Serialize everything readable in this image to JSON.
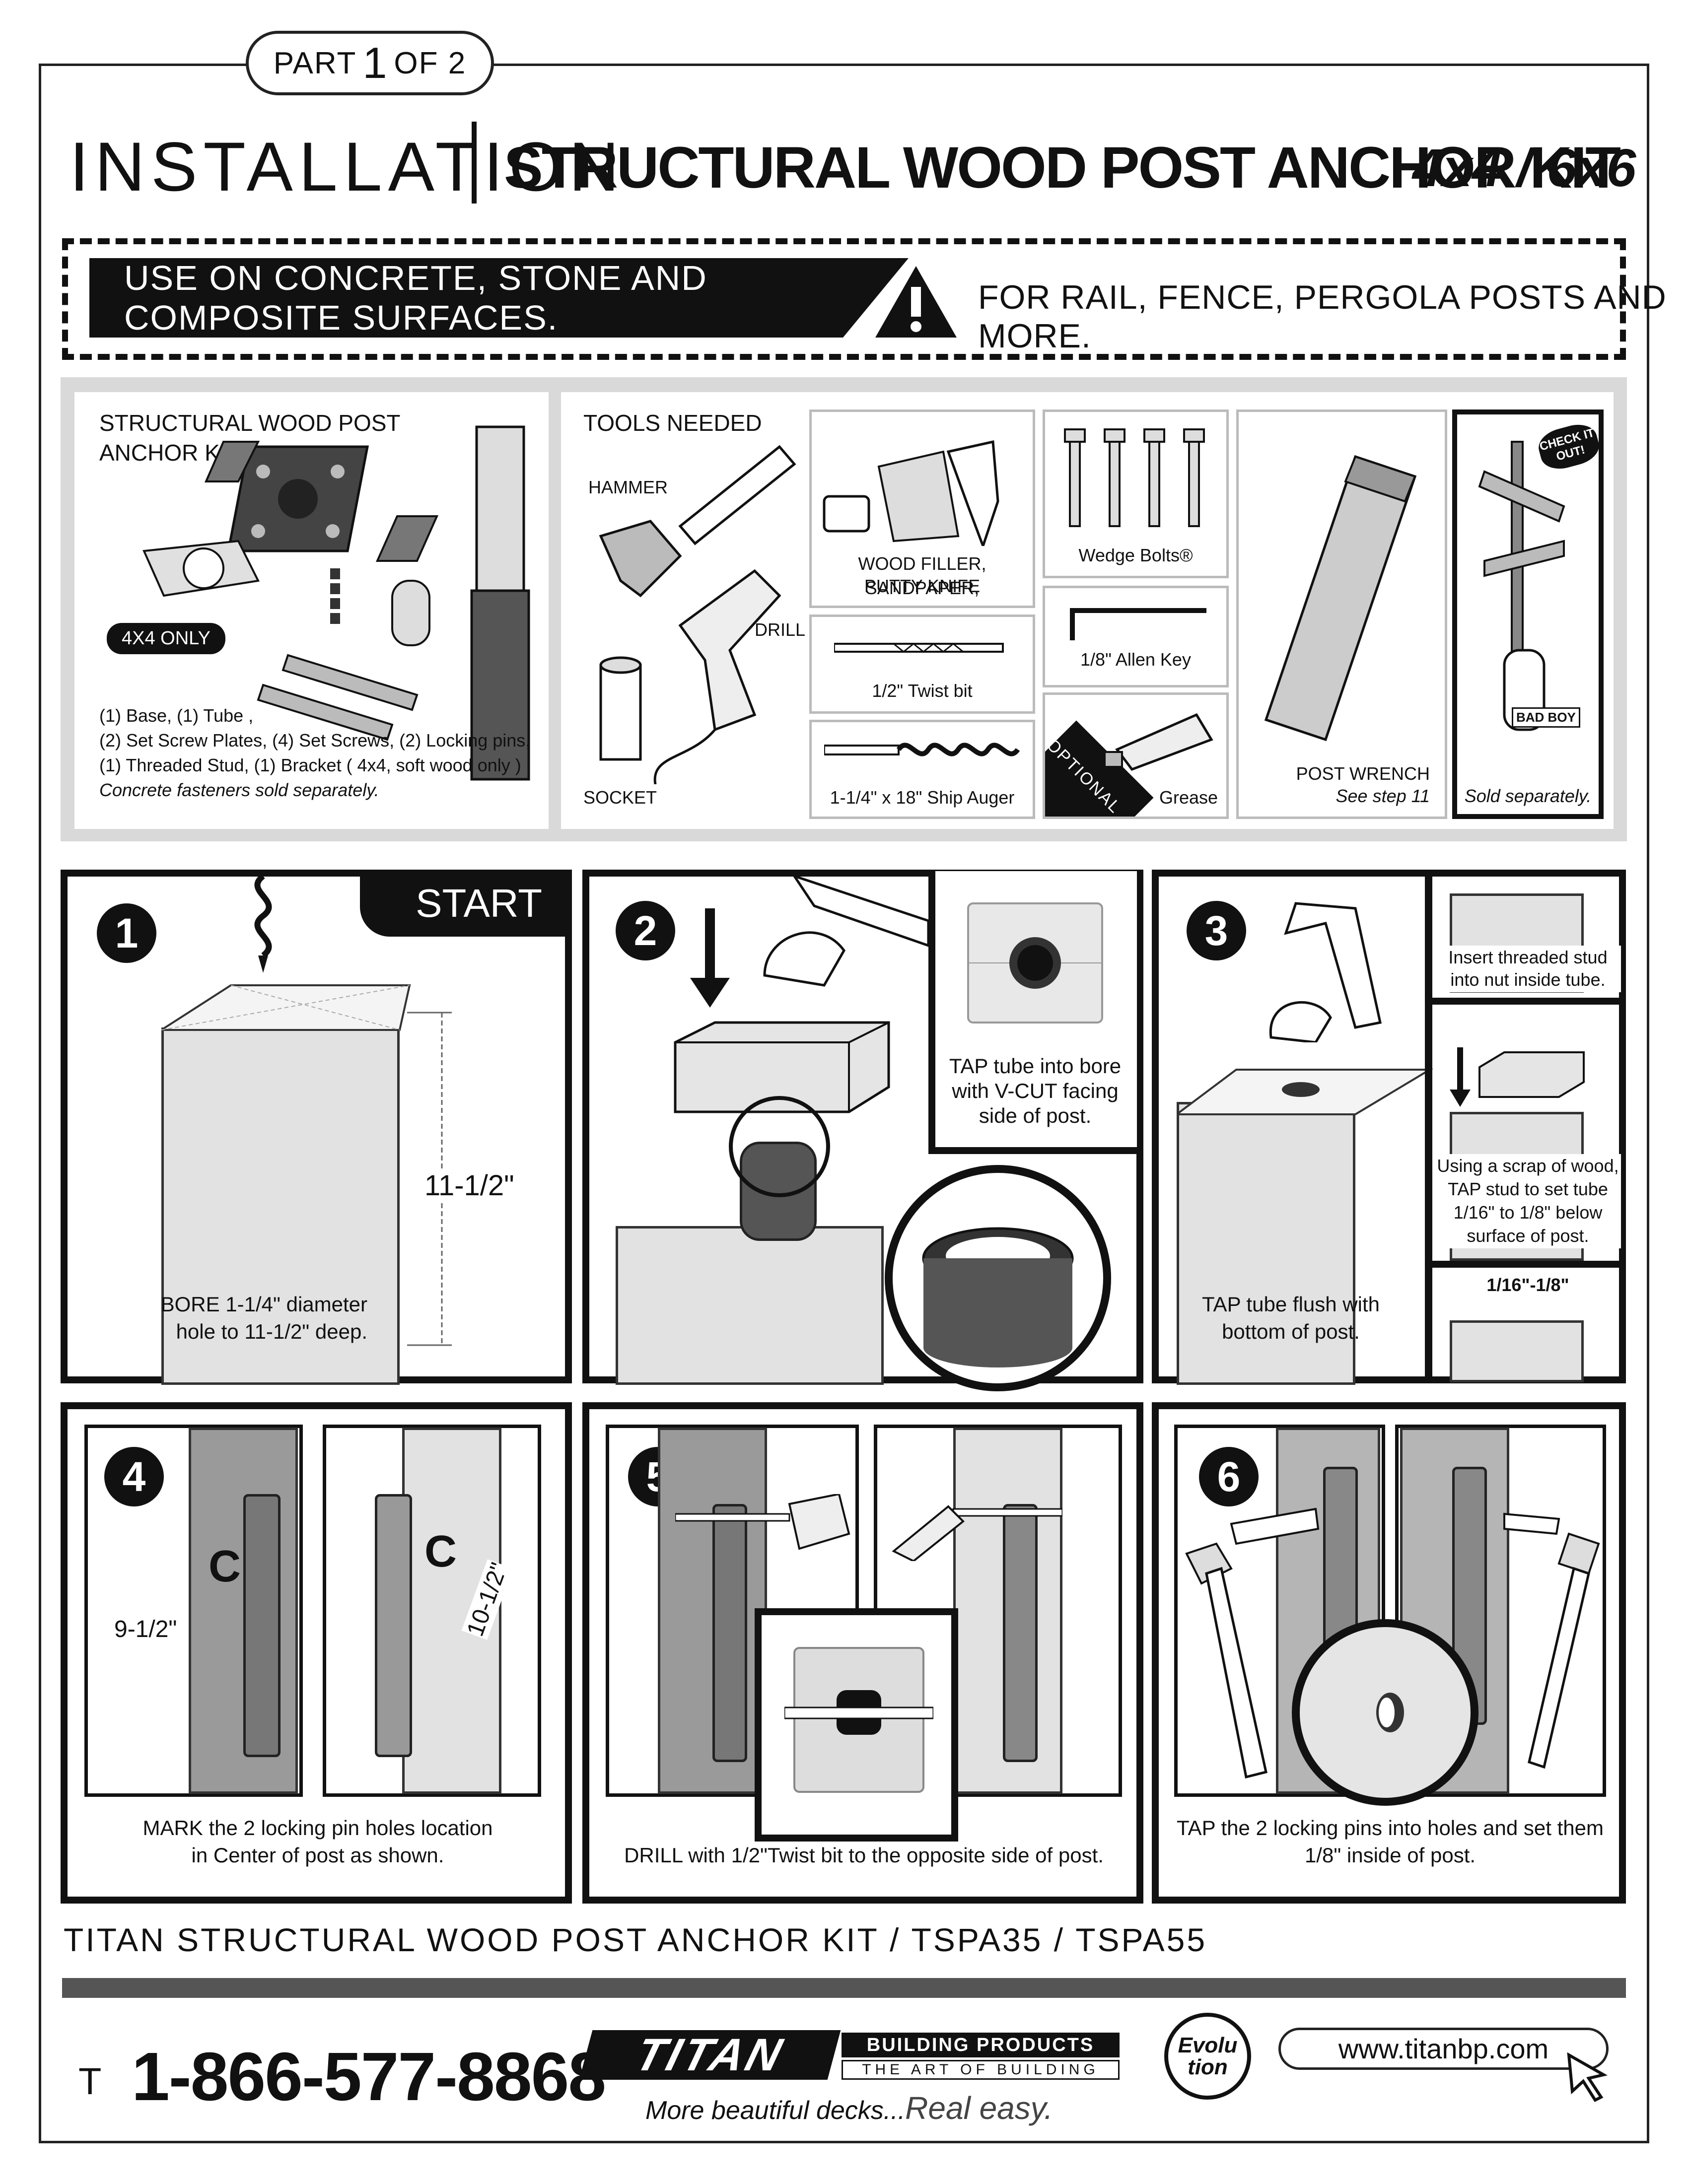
{
  "header": {
    "part_prefix": "PART",
    "part_num": "1",
    "part_suffix": "OF 2",
    "title_left": "INSTALLATION",
    "title_main": "STRUCTURAL WOOD POST ANCHOR KIT",
    "title_size": "4x4 / 6x6"
  },
  "warning": {
    "left": "USE ON CONCRETE, STONE AND COMPOSITE SURFACES.",
    "right": "FOR RAIL, FENCE, PERGOLA POSTS AND MORE."
  },
  "kit": {
    "heading1": "STRUCTURAL WOOD POST",
    "heading2": "ANCHOR KIT",
    "badge": "4X4 ONLY",
    "contents1": "(1) Base, (1) Tube ,",
    "contents2": "(2) Set Screw Plates, (4) Set Screws, (2) Locking pins,",
    "contents3": "(1) Threaded Stud, (1) Bracket ( 4x4, soft wood only )",
    "note": "Concrete fasteners sold separately."
  },
  "tools": {
    "heading": "TOOLS NEEDED",
    "hammer": "HAMMER",
    "drill": "DRILL",
    "socket": "SOCKET",
    "filler1": "WOOD FILLER, SANDPAPER,",
    "filler2": "PUTTY KNIFE",
    "twist_bit": "1/2\" Twist bit",
    "auger": "1-1/4\" x 18\" Ship Auger",
    "wedge_bolts": "Wedge Bolts®",
    "allen_key": "1/8\" Allen Key",
    "optional": "OPTIONAL",
    "grease": "Grease",
    "post_wrench": "POST WRENCH",
    "see_step": "See step 11",
    "check_it_out": "CHECK IT OUT!",
    "bad_boy": "BAD BOY",
    "sold_sep": "Sold separately."
  },
  "steps": {
    "s1": {
      "num": "1",
      "start": "START",
      "dim": "11-1/2\"",
      "cap1": "BORE 1-1/4\" diameter",
      "cap2": "hole to 11-1/2\" deep."
    },
    "s2": {
      "num": "2",
      "cap1": "TAP tube into bore",
      "cap2": "with V-CUT facing",
      "cap3": "side of post."
    },
    "s3": {
      "num": "3",
      "cap1": "TAP tube flush with",
      "cap2": "bottom of post.",
      "side1a": "Insert threaded stud",
      "side1b": "into nut inside tube.",
      "side2a": "Using a scrap of wood,",
      "side2b": "TAP stud to set tube",
      "side2c": "1/16\" to 1/8\" below",
      "side2d": "surface of post.",
      "side3": "1/16\"-1/8\""
    },
    "s4": {
      "num": "4",
      "c1": "C",
      "c2": "C",
      "dim1": "9-1/2\"",
      "dim2": "10-1/2\"",
      "cap1": "MARK the 2 locking pin holes location",
      "cap2": "in Center of post as shown."
    },
    "s5": {
      "num": "5",
      "cap1": "DRILL with 1/2\"Twist bit to the opposite side of post."
    },
    "s6": {
      "num": "6",
      "cap1": "TAP the 2 locking pins into holes and set them",
      "cap2": "1/8\" inside of post."
    }
  },
  "footer": {
    "product": "TITAN STRUCTURAL WOOD POST ANCHOR KIT / TSPA35 / TSPA55",
    "phone_label": "T",
    "phone": "1-866-577-8868",
    "brand": "TITAN",
    "brand_sub1": "BUILDING PRODUCTS",
    "brand_sub2": "THE ART OF BUILDING",
    "tagline": "More beautiful decks...",
    "tagline2": "Real easy.",
    "evolution1": "Evolu",
    "evolution2": "tion",
    "website": "www.titanbp.com"
  }
}
